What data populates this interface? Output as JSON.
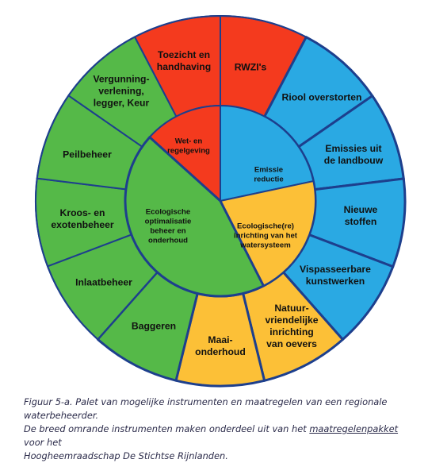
{
  "colors": {
    "red": "#f43a1e",
    "blue": "#2aa9e3",
    "orange": "#fcc037",
    "green": "#55b948",
    "border": "#1d3f8d"
  },
  "outer": [
    {
      "lines": [
        "Toezicht en",
        "handhaving"
      ],
      "color": "red"
    },
    {
      "lines": [
        "RWZI's"
      ],
      "color": "blue"
    },
    {
      "lines": [
        "Riool overstorten"
      ],
      "color": "blue"
    },
    {
      "lines": [
        "Emissies uit",
        "de landbouw"
      ],
      "color": "blue"
    },
    {
      "lines": [
        "Nieuwe",
        "stoffen"
      ],
      "color": "blue"
    },
    {
      "lines": [
        "Vispasseerbare",
        "kunstwerken"
      ],
      "color": "orange"
    },
    {
      "lines": [
        "Natuur-",
        "vriendelijke",
        "inrichting",
        "van  oevers"
      ],
      "color": "orange"
    },
    {
      "lines": [
        "Maai-",
        "onderhoud"
      ],
      "color": "green"
    },
    {
      "lines": [
        "Baggeren"
      ],
      "color": "green"
    },
    {
      "lines": [
        "Inlaatbeheer"
      ],
      "color": "green"
    },
    {
      "lines": [
        "Kroos- en",
        "exotenbeheer"
      ],
      "color": "green"
    },
    {
      "lines": [
        "Peilbeheer"
      ],
      "color": "green"
    },
    {
      "lines": [
        "Vergunning-",
        "verlening,",
        "legger, Keur"
      ],
      "color": "red"
    }
  ],
  "inner": [
    {
      "lines": [
        "Wet- en",
        "regelgeving"
      ],
      "color": "red"
    },
    {
      "lines": [
        "Emissie",
        "reductie"
      ],
      "color": "blue"
    },
    {
      "lines": [
        "Ecologische(re)",
        "inrichting van het",
        "watersysteem"
      ],
      "color": "orange"
    },
    {
      "lines": [
        "Ecologische",
        "optimalisatie",
        "beheer en",
        "onderhoud"
      ],
      "color": "green"
    }
  ],
  "caption": {
    "line1": "Figuur 5-a. Palet van mogelijke instrumenten en maatregelen van een regionale waterbeheerder.",
    "line2_before": "De breed omrande instrumenten maken onderdeel uit van het ",
    "line2_link": "maatregelenpakket",
    "line2_after": " voor het",
    "line3": "Hoogheemraadschap De Stichtse Rijnlanden."
  }
}
